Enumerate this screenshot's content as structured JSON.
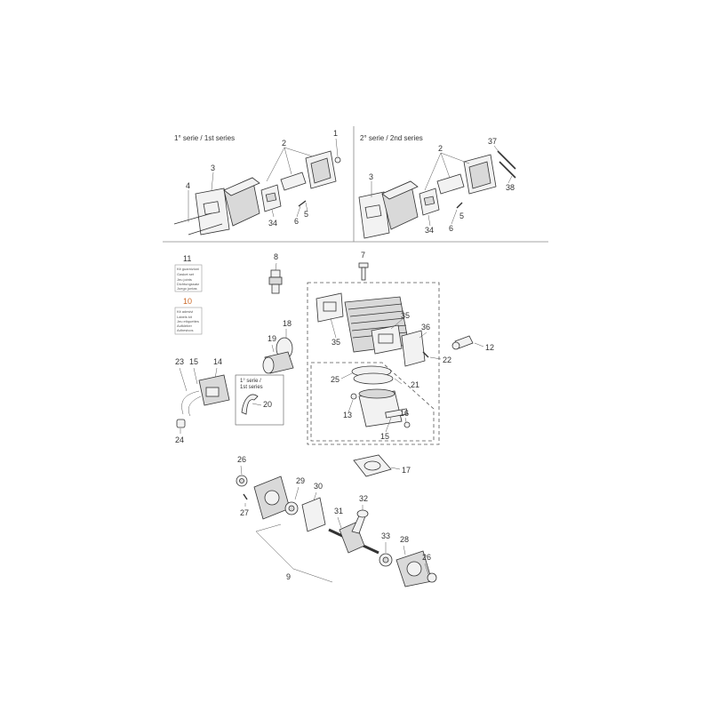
{
  "headers": {
    "series1": "1° serie / 1st series",
    "series2": "2° serie / 2nd series",
    "inset_series": [
      "1° serie /",
      "1st series"
    ]
  },
  "callouts": {
    "top_left": [
      "1",
      "2",
      "3",
      "4",
      "34",
      "6",
      "5"
    ],
    "top_right": [
      "37",
      "2",
      "3",
      "38",
      "34",
      "6",
      "5"
    ],
    "middle": [
      "11",
      "10",
      "8",
      "7",
      "18",
      "19",
      "35",
      "35",
      "36",
      "22",
      "12",
      "23",
      "25",
      "21",
      "13",
      "16",
      "15",
      "15",
      "14",
      "20",
      "24"
    ],
    "bottom": [
      "26",
      "17",
      "29",
      "30",
      "27",
      "32",
      "31",
      "33",
      "28",
      "26",
      "9"
    ]
  },
  "label_11_lines": [
    "Kit guarnizioni",
    "Gasket set",
    "Jeu joints",
    "Dichtungssatz",
    "Juego juntas"
  ],
  "label_10_lines": [
    "Kit adesivi",
    "Labels kit",
    "Jeu etiquettes",
    "Aufkleber",
    "Adhesivos"
  ],
  "colors": {
    "line": "#333333",
    "label10": "#cc6a2a"
  }
}
